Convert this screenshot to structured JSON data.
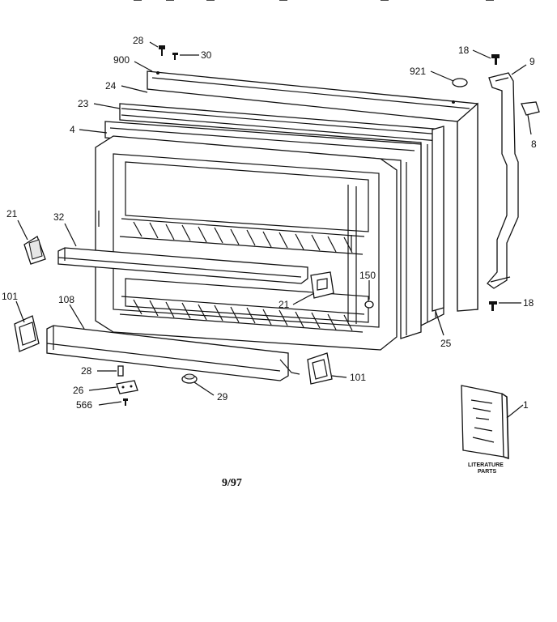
{
  "callouts": {
    "c28_top": "28",
    "c30": "30",
    "c900": "900",
    "c24": "24",
    "c23": "23",
    "c4": "4",
    "c921": "921",
    "c18_top": "18",
    "c9": "9",
    "c8": "8",
    "c21_left": "21",
    "c32": "32",
    "c150": "150",
    "c21_mid": "21",
    "c18_bot": "18",
    "c101_left": "101",
    "c108": "108",
    "c25": "25",
    "c28_bot": "28",
    "c26": "26",
    "c566": "566",
    "c29": "29",
    "c101_right": "101",
    "c1": "1"
  },
  "literature": {
    "line1": "LITERATURE",
    "line2": "PARTS"
  },
  "date_code": "9/97"
}
